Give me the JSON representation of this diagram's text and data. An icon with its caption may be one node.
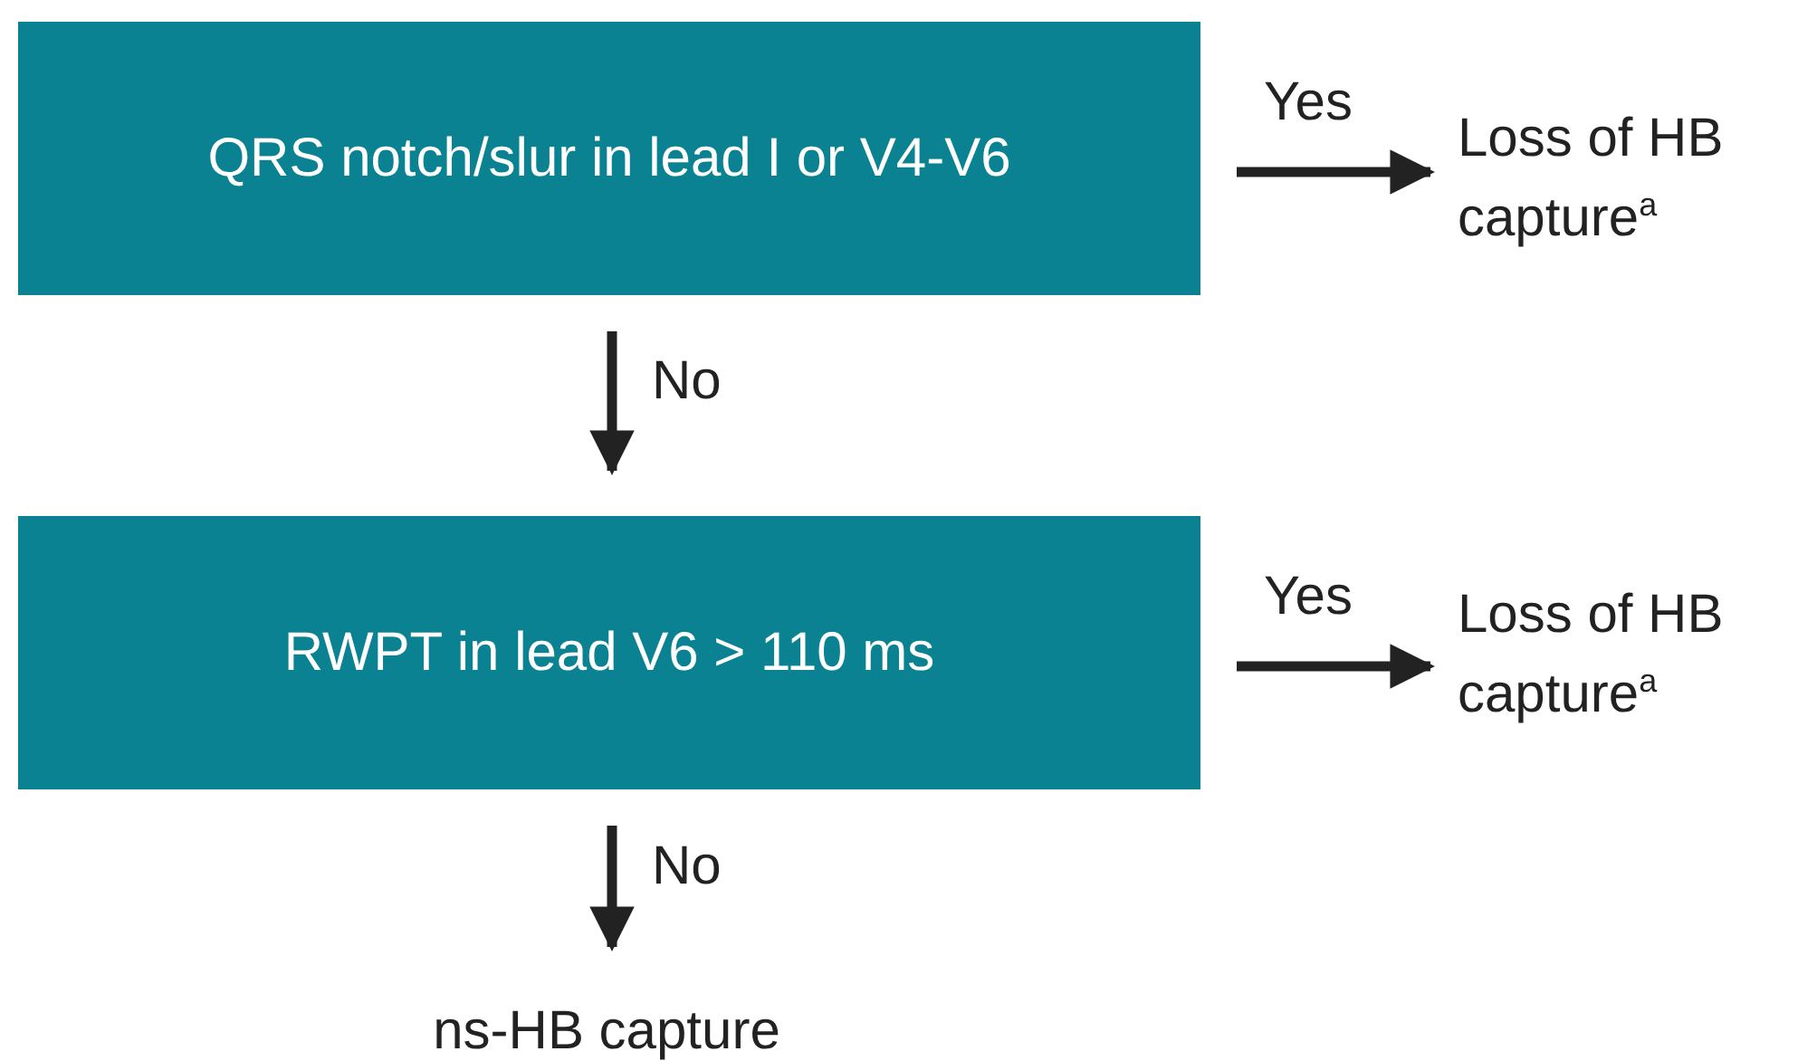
{
  "diagram": {
    "nodes": [
      {
        "text": [
          "QRS notch/slur in lead I or V4-V6"
        ]
      },
      {
        "text": [
          "Loss of HB capture$^{a}$"
        ]
      },
      {
        "text": [
          "RWPT in lead V6 > 110 ms"
        ]
      },
      {
        "text": [
          "Loss of HB capture$^{a}$"
        ]
      },
      {
        "text": [
          "ns-HB capture"
        ]
      }
    ],
    "edges": [
      {
        "from": 0,
        "to": 1,
        "arrow": "to",
        "label": "Yes"
      },
      {
        "from": 0,
        "to": 2,
        "arrow": "to",
        "label": "No"
      },
      {
        "from": 2,
        "to": 3,
        "arrow": "to",
        "label": "Yes"
      },
      {
        "from": 2,
        "to": 4,
        "arrow": "to",
        "label": "No"
      }
    ]
  }
}
